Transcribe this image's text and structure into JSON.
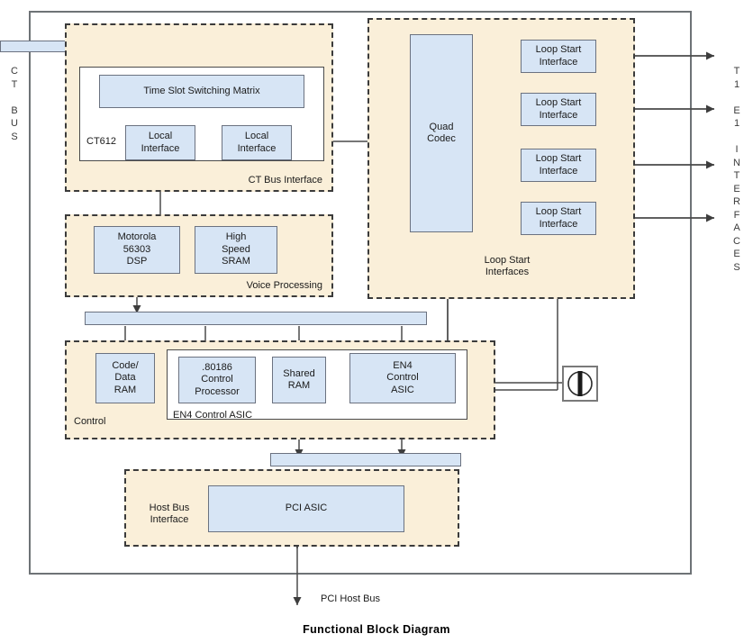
{
  "diagram": {
    "title": "Functional Block Diagram",
    "edge_labels": {
      "left_bus": "C\nT\n\nB\nU\nS",
      "right_interfaces": "T\n1\n\nE\n1\n\nI\nN\nT\nE\nR\nF\nA\nC\nE\nS"
    },
    "groups": [
      {
        "id": "ct-bus-interface",
        "label": "CT Bus Interface"
      },
      {
        "id": "loop-start-interfaces",
        "label": "Loop Start\nInterfaces"
      },
      {
        "id": "voice-processing",
        "label": "Voice Processing"
      },
      {
        "id": "control",
        "label": "Control"
      },
      {
        "id": "host-bus-interface",
        "label": "Host Bus\nInterface"
      }
    ],
    "subgroups": [
      {
        "id": "ct612",
        "label": "CT612"
      },
      {
        "id": "en4-control-asic-box",
        "label": "EN4 Control ASIC"
      }
    ],
    "blocks": [
      {
        "id": "time-slot-switching-matrix",
        "label": "Time Slot Switching Matrix"
      },
      {
        "id": "local-interface-left",
        "label": "Local\nInterface"
      },
      {
        "id": "local-interface-right",
        "label": "Local\nInterface"
      },
      {
        "id": "quad-codec",
        "label": "Quad\nCodec"
      },
      {
        "id": "loop-start-interface-1",
        "label": "Loop Start\nInterface"
      },
      {
        "id": "loop-start-interface-2",
        "label": "Loop Start\nInterface"
      },
      {
        "id": "loop-start-interface-3",
        "label": "Loop Start\nInterface"
      },
      {
        "id": "loop-start-interface-4",
        "label": "Loop Start\nInterface"
      },
      {
        "id": "motorola-dsp",
        "label": "Motorola\n56303\nDSP"
      },
      {
        "id": "high-speed-sram",
        "label": "High\nSpeed\nSRAM"
      },
      {
        "id": "code-data-ram",
        "label": "Code/\nData\nRAM"
      },
      {
        "id": "control-processor",
        "label": ".80186\nControl\nProcessor"
      },
      {
        "id": "shared-ram",
        "label": "Shared\nRAM"
      },
      {
        "id": "en4-control-asic",
        "label": "EN4\nControl\nASIC"
      },
      {
        "id": "pci-asic",
        "label": "PCI ASIC"
      }
    ],
    "connector_label": "PCI Host Bus",
    "icons": {
      "jack": "connector-jack-icon",
      "ct_bus_tap": "bus-tap-diamond-icon"
    },
    "colors": {
      "block_fill": "#d7e5f5",
      "block_stroke": "#6b7280",
      "group_fill": "#faefd9",
      "group_stroke": "#3b3b3b",
      "wire": "#4a4a4a",
      "frame": "#6e7376"
    }
  }
}
